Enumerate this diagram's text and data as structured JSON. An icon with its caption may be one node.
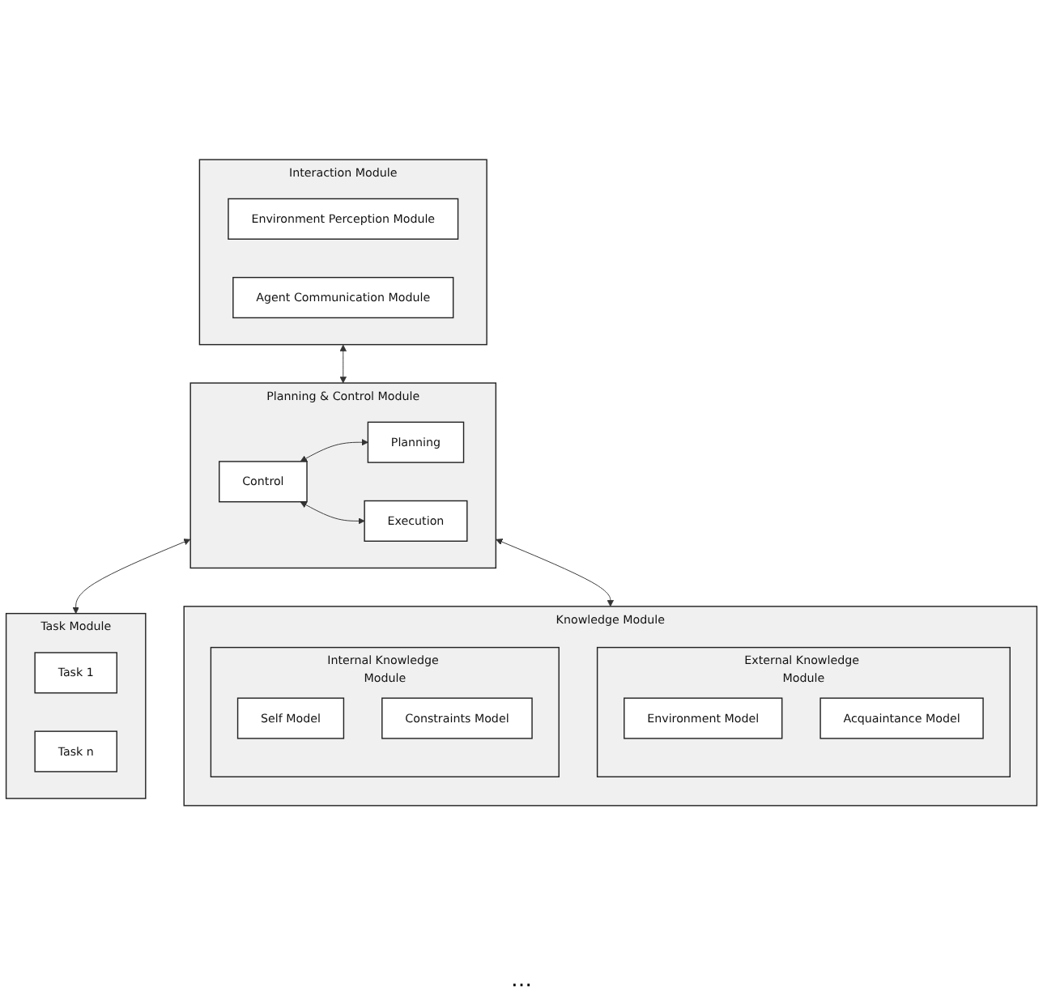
{
  "diagram": {
    "nodes": [
      {
        "text": [
          "Interaction Module"
        ]
      },
      {
        "text": [
          "Environment Perception Module"
        ],
        "in": 0
      },
      {
        "text": [
          "Agent Communication Module"
        ],
        "in": 0
      },
      {
        "text": [
          "Planning & Control Module"
        ]
      },
      {
        "text": [
          "Control"
        ],
        "in": 3
      },
      {
        "text": [
          "Planning"
        ],
        "in": 3
      },
      {
        "text": [
          "Execution"
        ],
        "in": 3
      },
      {
        "text": [
          "Task Module"
        ]
      },
      {
        "text": [
          "Task 1"
        ],
        "in": 7
      },
      {
        "text": [
          "Task n"
        ],
        "in": 7
      },
      {
        "text": [
          "Knowledge Module"
        ]
      },
      {
        "text": [
          "External Knowledge Module"
        ],
        "in": 10
      },
      {
        "text": [
          "Environment Model"
        ],
        "in": 11
      },
      {
        "text": [
          "Acquaintance Model"
        ],
        "in": 11
      },
      {
        "text": [
          "Internal Knowledge Module"
        ],
        "in": 10
      },
      {
        "text": [
          "Self Model"
        ],
        "in": 14
      },
      {
        "text": [
          "Constraints Model"
        ],
        "in": 14
      }
    ],
    "edges": [
      {
        "from": 0,
        "to": 3,
        "arrow": "both"
      },
      {
        "from": 3,
        "to": 7,
        "arrow": "both"
      },
      {
        "from": 3,
        "to": 10,
        "arrow": "both"
      },
      {
        "from": 4,
        "to": 5,
        "arrow": "both"
      },
      {
        "from": 4,
        "to": 6,
        "arrow": "both"
      }
    ],
    "labels": [
      "…"
    ]
  }
}
